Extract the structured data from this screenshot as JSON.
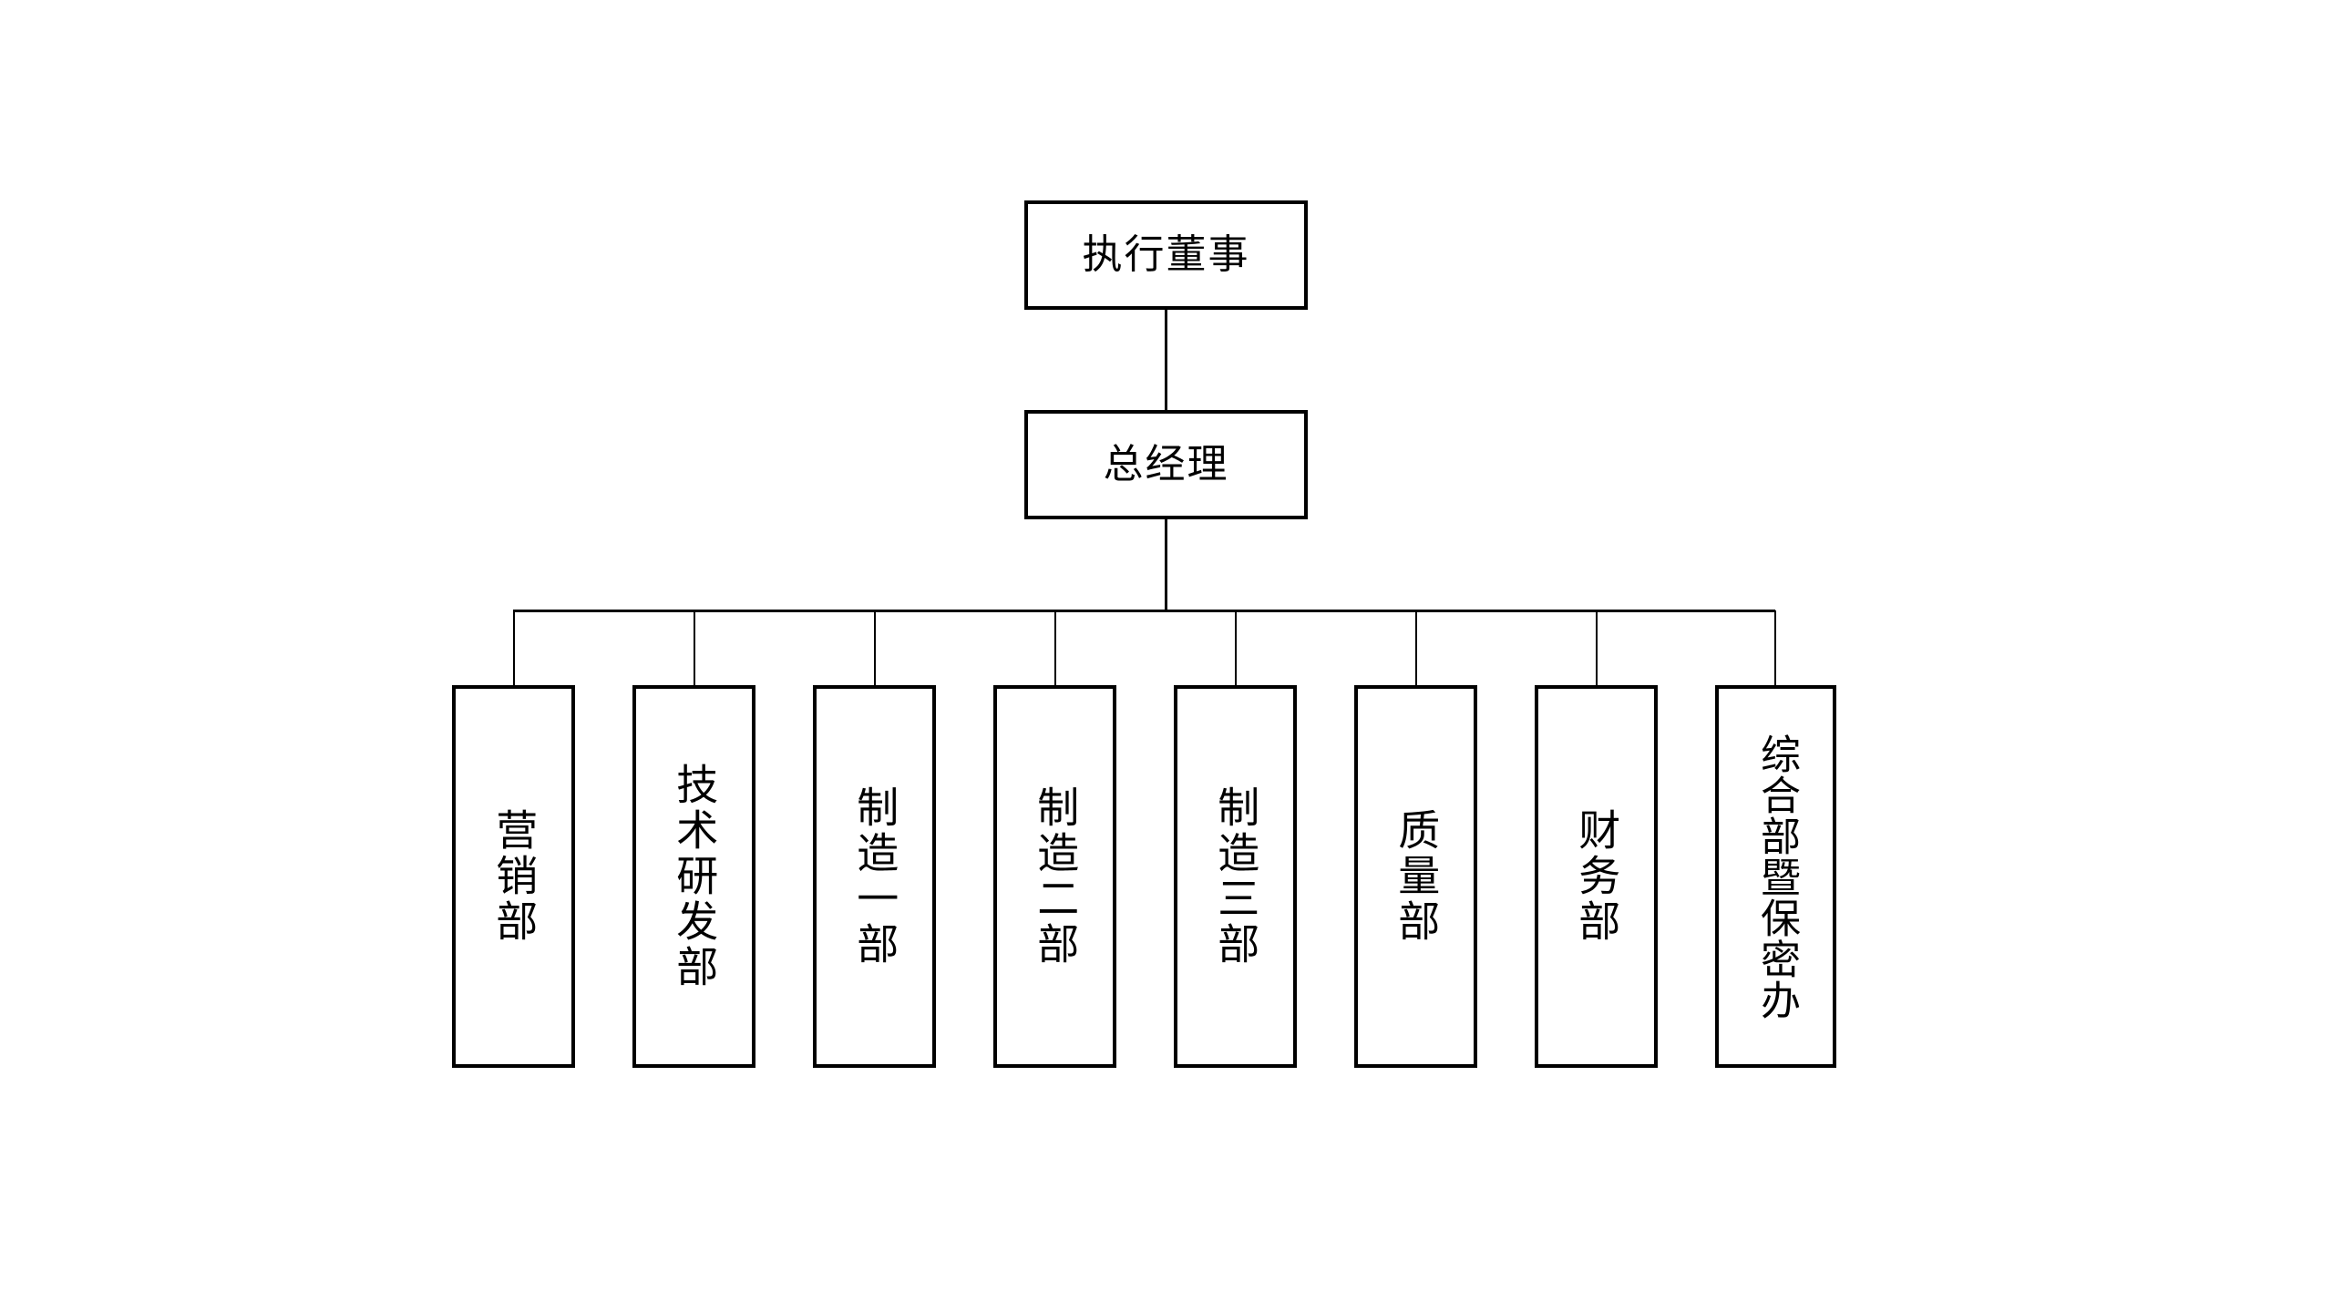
{
  "chart": {
    "type": "org-chart",
    "title": "",
    "background_color": "#ffffff",
    "line_color": "#000000",
    "text_color": "#000000"
  },
  "levels": {
    "level1": {
      "label": "执行董事"
    },
    "level2": {
      "label": "总经理"
    }
  },
  "departments": [
    {
      "label": "营销部"
    },
    {
      "label": "技术研发部"
    },
    {
      "label": "制造一部"
    },
    {
      "label": "制造二部"
    },
    {
      "label": "制造三部"
    },
    {
      "label": "质量部"
    },
    {
      "label": "财务部"
    },
    {
      "label": "综合部暨保密办"
    }
  ]
}
